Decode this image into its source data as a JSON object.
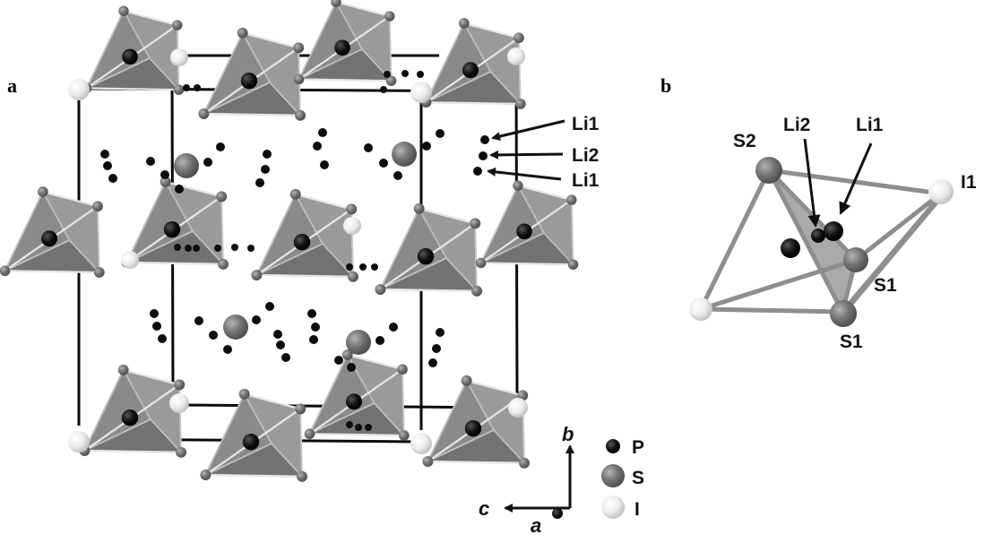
{
  "figure": {
    "panel_a": {
      "label": "a",
      "annotations": [
        "Li1",
        "Li2",
        "Li1"
      ],
      "axes": {
        "up": "b",
        "left": "c",
        "out": "a"
      },
      "legend": [
        {
          "label": "P",
          "color": "#0d0d0d"
        },
        {
          "label": "S",
          "color": "#6e6e6e"
        },
        {
          "label": "I",
          "color": "#f0f0f0"
        }
      ]
    },
    "panel_b": {
      "label": "b",
      "atoms": {
        "S2": "S2",
        "Li2": "Li2",
        "Li1": "Li1",
        "I1": "I1",
        "S1_upper": "S1",
        "S1_lower": "S1"
      }
    }
  },
  "colors": {
    "P": "#0d0d0d",
    "S": "#6e6e6e",
    "I": "#f0f0f0",
    "tetrahedron": "#858585",
    "cell_edge": "#0a0a0a"
  }
}
